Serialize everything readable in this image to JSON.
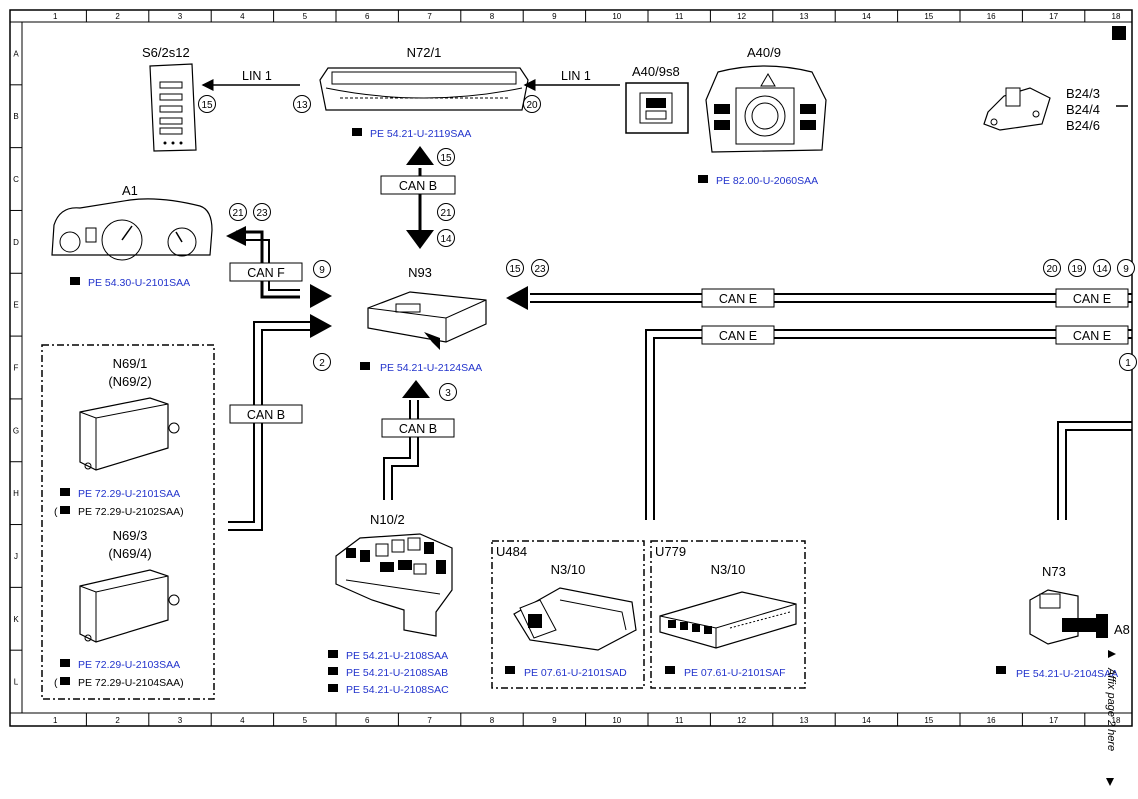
{
  "grid": {
    "columns": [
      "1",
      "2",
      "3",
      "4",
      "5",
      "6",
      "7",
      "8",
      "9",
      "10",
      "11",
      "12",
      "13",
      "14",
      "15",
      "16",
      "17",
      "18"
    ],
    "rows": [
      "A",
      "B",
      "C",
      "D",
      "E",
      "F",
      "G",
      "H",
      "J",
      "K",
      "L"
    ]
  },
  "components": {
    "s6": {
      "label": "S6/2s12"
    },
    "n72": {
      "label": "N72/1",
      "ref": "PE 54.21-U-2119SAA"
    },
    "a40_9": {
      "label": "A40/9",
      "ref": "PE 82.00-U-2060SAA"
    },
    "a40_9s8": {
      "label": "A40/9s8"
    },
    "b24": {
      "labels": [
        "B24/3",
        "B24/4",
        "B24/6"
      ]
    },
    "a1": {
      "label": "A1",
      "ref": "PE 54.30-U-2101SAA"
    },
    "n93": {
      "label": "N93",
      "ref": "PE 54.21-U-2124SAA"
    },
    "n69_1": {
      "label": "N69/1",
      "alt": "(N69/2)",
      "ref": "PE 72.29-U-2101SAA",
      "ref2_open": "(",
      "ref2": "PE 72.29-U-2102SAA)"
    },
    "n69_3": {
      "label": "N69/3",
      "alt": "(N69/4)",
      "ref": "PE 72.29-U-2103SAA",
      "ref2_open": "(",
      "ref2": "PE 72.29-U-2104SAA)"
    },
    "n10": {
      "label": "N10/2",
      "refs": [
        "PE 54.21-U-2108SAA",
        "PE 54.21-U-2108SAB",
        "PE 54.21-U-2108SAC"
      ]
    },
    "u484": {
      "label": "U484",
      "sub": "N3/10",
      "ref": "PE 07.61-U-2101SAD"
    },
    "u779": {
      "label": "U779",
      "sub": "N3/10",
      "ref": "PE 07.61-U-2101SAF"
    },
    "n73": {
      "label": "N73",
      "ref": "PE 54.21-U-2104SAA",
      "partial": "A8"
    }
  },
  "buses": {
    "lin1_left": "LIN 1",
    "lin1_right": "LIN 1",
    "can_b_top": "CAN B",
    "can_f": "CAN F",
    "can_b_left": "CAN B",
    "can_b_bottom": "CAN B",
    "can_e_1": "CAN E",
    "can_e_2": "CAN E",
    "can_e_3": "CAN E",
    "can_e_4": "CAN E"
  },
  "circles": {
    "c15a": "15",
    "c13": "13",
    "c20a": "20",
    "c15b": "15",
    "c21a": "21",
    "c14a": "14",
    "c21b": "21",
    "c23a": "23",
    "c9a": "9",
    "c2": "2",
    "c3": "3",
    "c15c": "15",
    "c23b": "23",
    "c20b": "20",
    "c19": "19",
    "c14b": "14",
    "c9b": "9",
    "c1": "1"
  },
  "side_note": "Affix page 2 here",
  "colors": {
    "ref_link": "#2233cc",
    "line": "#000000"
  }
}
